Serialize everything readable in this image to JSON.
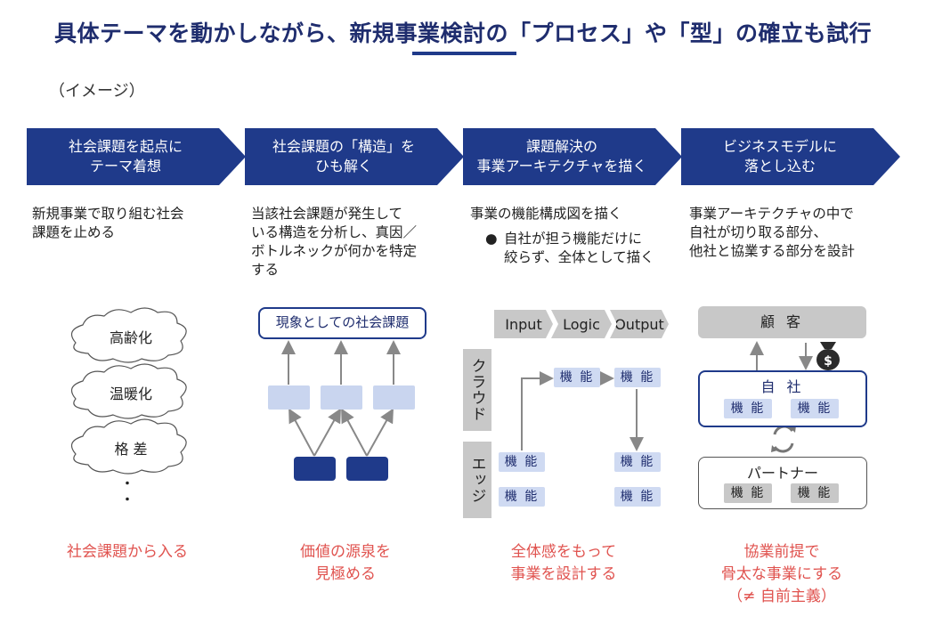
{
  "title": "具体テーマを動かしながら、新規事業検討の「プロセス」や「型」の確立も試行",
  "image_note": "（イメージ）",
  "steps": [
    {
      "label": "社会課題を起点に\nテーマ着想"
    },
    {
      "label": "社会課題の「構造」を\nひも解く"
    },
    {
      "label": "課題解決の\n事業アーキテクチャを描く"
    },
    {
      "label": "ビジネスモデルに\n落とし込む"
    }
  ],
  "descriptions": [
    "新規事業で取り組む社会\n課題を止める",
    "当該社会課題が発生して\nいる構造を分析し、真因／\nボトルネックが何かを特定\nする",
    "事業の機能構成図を描く",
    "事業アーキテクチャの中で\n自社が切り取る部分、\n他社と協業する部分を設計"
  ],
  "desc3_bullet": "自社が担う機能だけに\n絞らず、全体として描く",
  "col1": {
    "clouds": [
      "高齢化",
      "温暖化",
      "格 差"
    ],
    "ellipsis": "・\n・"
  },
  "col2": {
    "top_box": "現象としての社会課題"
  },
  "col3": {
    "headers": [
      "Input",
      "Logic",
      "Output"
    ],
    "row_labels": [
      "クラウド",
      "エッジ"
    ],
    "function": "機 能"
  },
  "col4": {
    "customer": "顧 客",
    "self": "自 社",
    "partner": "パートナー",
    "function": "機 能",
    "money_icon": "money-bag-icon",
    "cycle_icon": "cycle-arrows-icon"
  },
  "bottoms": [
    "社会課題から入る",
    "価値の源泉を\n見極める",
    "全体感をもって\n事業を設計する",
    "協業前提で\n骨太な事業にする\n（≠ 自前主義）"
  ],
  "colors": {
    "navy": "#1f3a8a",
    "light_blue": "#c9d5ef",
    "gray": "#c8c8c8",
    "accent_red": "#e0534f"
  }
}
